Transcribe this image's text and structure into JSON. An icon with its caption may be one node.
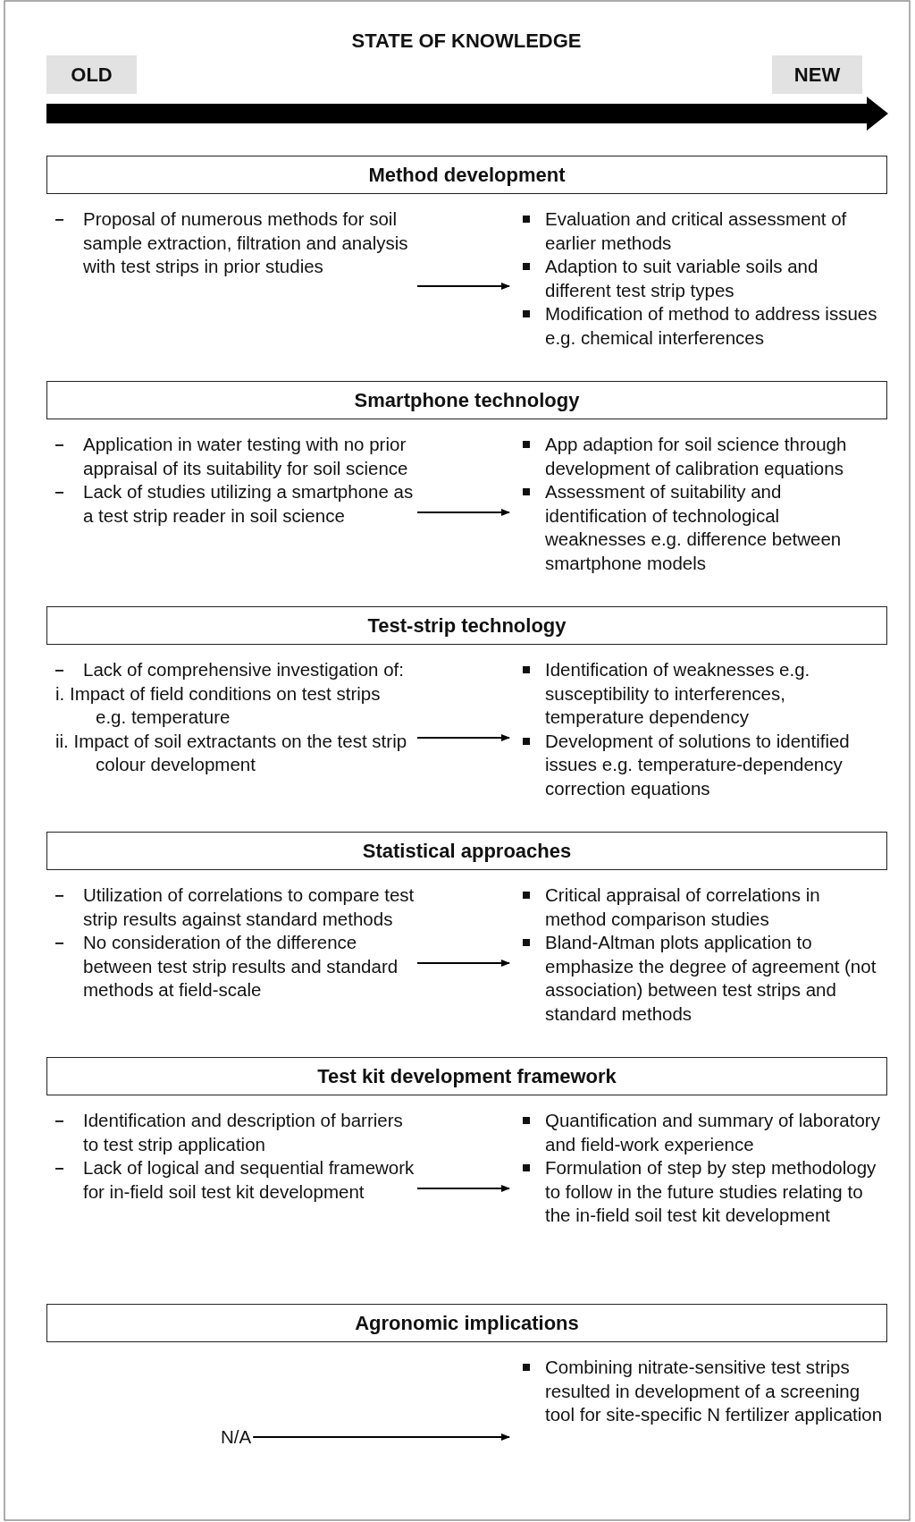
{
  "diagram": {
    "title": "STATE OF KNOWLEDGE",
    "nodes": [
      {
        "text": [
          "OLD"
        ]
      },
      {
        "text": [
          "NEW"
        ]
      },
      {
        "text": [
          "Method development"
        ]
      },
      {
        "text": [
          "Proposal of numerous methods for soil sample extraction, filtration and analysis with test strips in prior studies"
        ]
      },
      {
        "text": [
          "Evaluation and critical assessment of earlier methods",
          "Adaption to suit variable soils and different test strip types",
          "Modification of method to address issues e.g. chemical interferences"
        ]
      },
      {
        "text": [
          "Smartphone technology"
        ]
      },
      {
        "text": [
          "Application in water testing with no prior appraisal of its suitability for soil science",
          "Lack of studies utilizing a smartphone as a test strip reader in soil science"
        ]
      },
      {
        "text": [
          "App adaption for soil science through development of calibration equations",
          "Assessment of suitability and identification of technological weaknesses e.g. difference between smartphone models"
        ]
      },
      {
        "text": [
          "Test-strip technology"
        ]
      },
      {
        "text": [
          "Lack of comprehensive investigation of:",
          "i. Impact of field conditions on test strips e.g. temperature",
          "ii. Impact of soil extractants on the test strip colour development"
        ]
      },
      {
        "text": [
          "Identification of weaknesses e.g. susceptibility to interferences, temperature dependency",
          "Development of solutions to identified issues e.g. temperature-dependency correction equations"
        ]
      },
      {
        "text": [
          "Statistical approaches"
        ]
      },
      {
        "text": [
          "Utilization of correlations to compare test strip results against standard methods",
          "No consideration of the difference between test strip results and standard methods at field-scale"
        ]
      },
      {
        "text": [
          "Critical appraisal of correlations in method comparison studies",
          "Bland-Altman plots application to emphasize the degree of agreement (not association) between test strips and standard methods"
        ]
      },
      {
        "text": [
          "Test kit development framework"
        ]
      },
      {
        "text": [
          "Identification and description of barriers to test strip application",
          "Lack of logical and sequential framework for in-field soil test kit development"
        ]
      },
      {
        "text": [
          "Quantification and summary of laboratory and field-work experience",
          "Formulation of step by step methodology to follow in the future studies relating to the in-field soil test kit development"
        ]
      },
      {
        "text": [
          "Agronomic implications"
        ]
      },
      {
        "text": [
          "N/A"
        ]
      },
      {
        "text": [
          "Combining nitrate-sensitive test strips resulted in development of a screening tool for site-specific N fertilizer application"
        ]
      }
    ],
    "edges": [
      {
        "from": 3,
        "to": 4,
        "arrow": "to"
      },
      {
        "from": 6,
        "to": 7,
        "arrow": "to"
      },
      {
        "from": 9,
        "to": 10,
        "arrow": "to"
      },
      {
        "from": 12,
        "to": 13,
        "arrow": "to"
      },
      {
        "from": 15,
        "to": 16,
        "arrow": "to"
      },
      {
        "from": 18,
        "to": 19,
        "arrow": "to"
      }
    ]
  }
}
